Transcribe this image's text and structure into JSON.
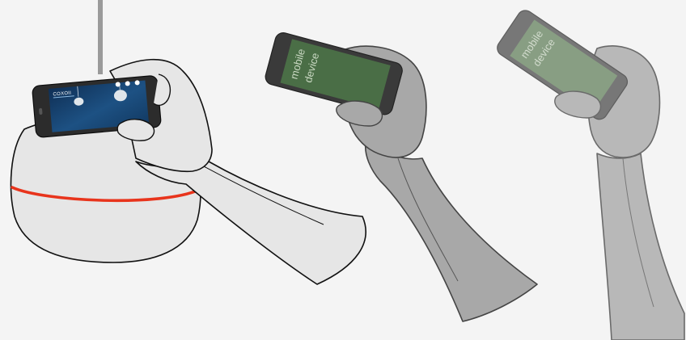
{
  "panels": {
    "main": {
      "screen": {
        "logo": "COXOII",
        "button_icons": [
          "c-icon",
          "t-icon",
          "l-icon"
        ],
        "screen_color": "#1d4e7c"
      },
      "device_color": "#2c2c2c",
      "sphere_band_color": "#e8341c"
    },
    "middle": {
      "screen_text": [
        "mobile",
        "device"
      ],
      "screen_color": "#4a6e46"
    },
    "right": {
      "screen_text": [
        "mobile",
        "device"
      ],
      "screen_color": "#6a8664"
    }
  }
}
